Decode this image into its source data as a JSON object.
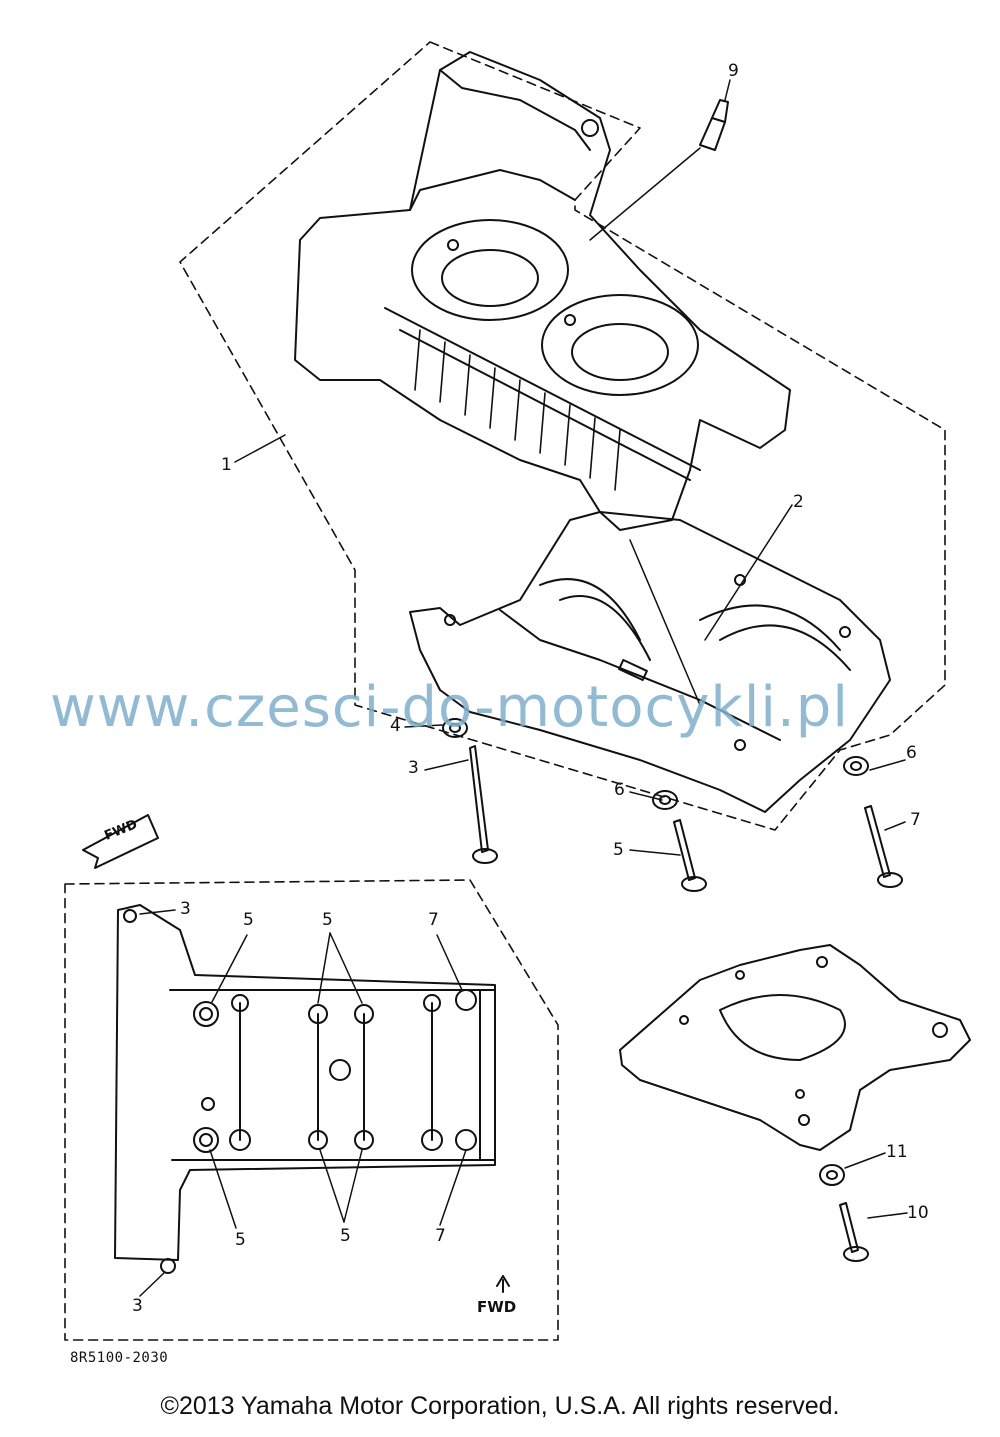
{
  "diagram": {
    "callouts": [
      {
        "id": "c1",
        "text": "1"
      },
      {
        "id": "c2",
        "text": "2"
      },
      {
        "id": "c3a",
        "text": "3"
      },
      {
        "id": "c4",
        "text": "4"
      },
      {
        "id": "c5a",
        "text": "5"
      },
      {
        "id": "c6a",
        "text": "6"
      },
      {
        "id": "c6b",
        "text": "6"
      },
      {
        "id": "c7a",
        "text": "7"
      },
      {
        "id": "c9",
        "text": "9"
      },
      {
        "id": "c10",
        "text": "10"
      },
      {
        "id": "c11",
        "text": "11"
      }
    ],
    "inset_callouts": [
      {
        "id": "i3top",
        "text": "3"
      },
      {
        "id": "i5tl",
        "text": "5"
      },
      {
        "id": "i5tm",
        "text": "5"
      },
      {
        "id": "i7tr",
        "text": "7"
      },
      {
        "id": "i5bl",
        "text": "5"
      },
      {
        "id": "i5bm",
        "text": "5"
      },
      {
        "id": "i7br",
        "text": "7"
      },
      {
        "id": "i3bot",
        "text": "3"
      }
    ],
    "fwd_arrow_label": "FWD",
    "inset_fwd_label": "FWD",
    "drawing_code": "8R5100-2030"
  },
  "watermark": "www.czesci-do-motocykli.pl",
  "copyright": "©2013 Yamaha Motor Corporation, U.S.A. All rights reserved.",
  "colors": {
    "line": "#111111",
    "watermark": "#7fb0cc"
  }
}
